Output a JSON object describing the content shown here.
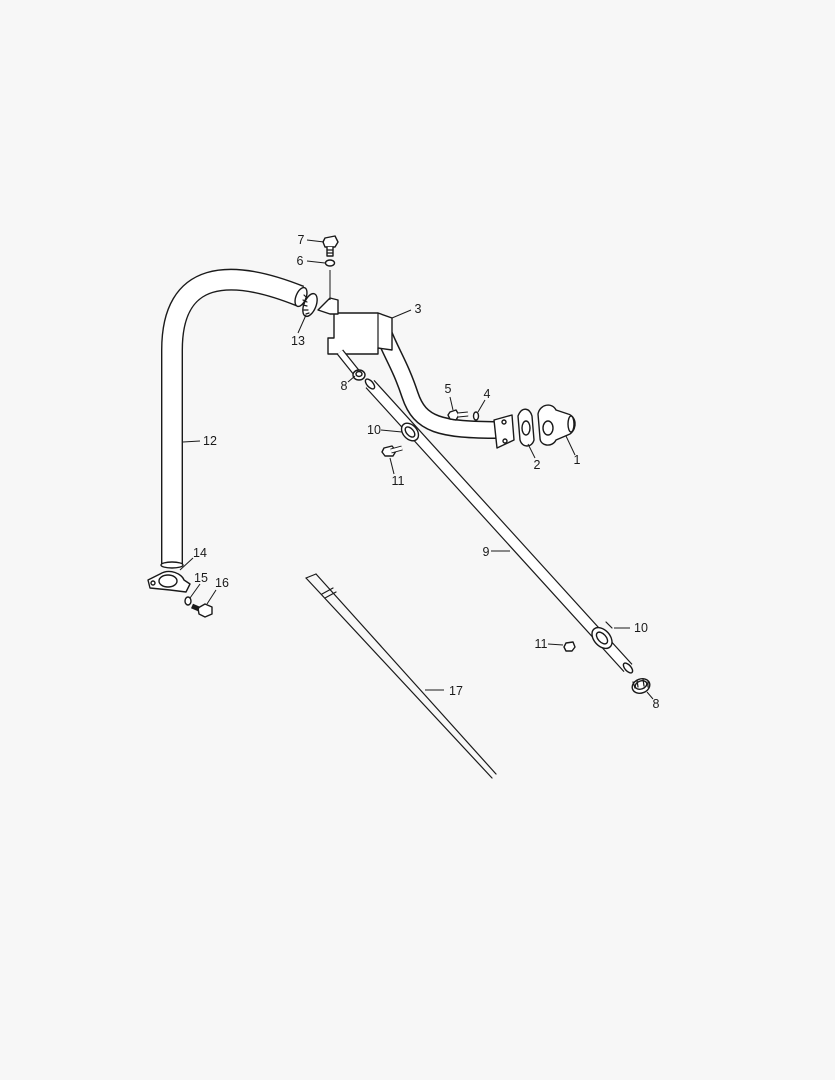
{
  "diagram": {
    "colors": {
      "background": "#f7f7f7",
      "line": "#1a1a1a",
      "fill": "#ffffff"
    },
    "callouts": [
      {
        "id": "c1",
        "label": "1"
      },
      {
        "id": "c2",
        "label": "2"
      },
      {
        "id": "c3",
        "label": "3"
      },
      {
        "id": "c4",
        "label": "4"
      },
      {
        "id": "c5",
        "label": "5"
      },
      {
        "id": "c6",
        "label": "6"
      },
      {
        "id": "c7",
        "label": "7"
      },
      {
        "id": "c8a",
        "label": "8"
      },
      {
        "id": "c8b",
        "label": "8"
      },
      {
        "id": "c9",
        "label": "9"
      },
      {
        "id": "c10a",
        "label": "10"
      },
      {
        "id": "c10b",
        "label": "10"
      },
      {
        "id": "c11a",
        "label": "11"
      },
      {
        "id": "c11b",
        "label": "11"
      },
      {
        "id": "c12",
        "label": "12"
      },
      {
        "id": "c13",
        "label": "13"
      },
      {
        "id": "c14",
        "label": "14"
      },
      {
        "id": "c15",
        "label": "15"
      },
      {
        "id": "c16",
        "label": "16"
      },
      {
        "id": "c17",
        "label": "17"
      }
    ]
  }
}
